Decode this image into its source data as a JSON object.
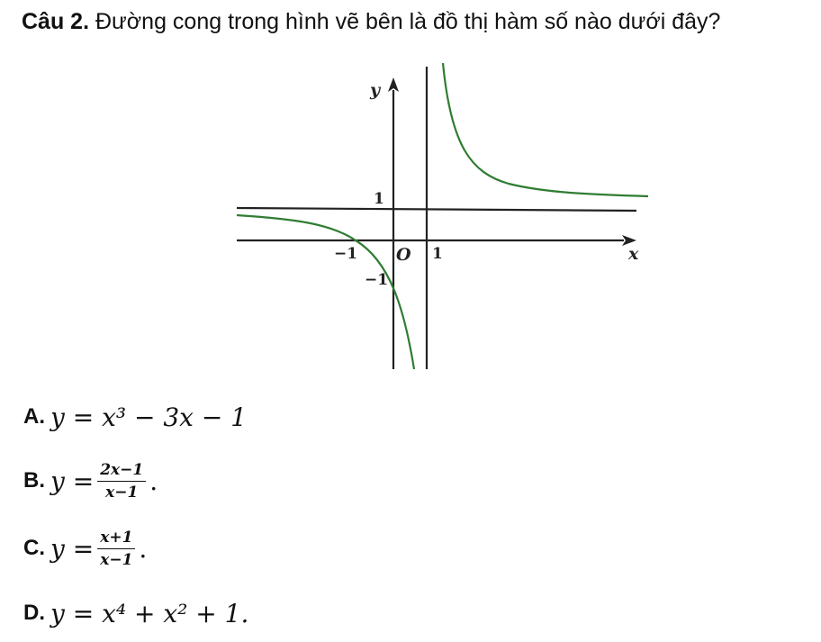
{
  "question": {
    "number": "Câu 2.",
    "text": "Đường cong trong hình vẽ bên là đồ thị hàm số nào dưới đây?"
  },
  "graph": {
    "y_label": "y",
    "x_label": "x",
    "origin_label": "O",
    "tick_x_neg": "−1",
    "tick_x_pos": "1",
    "tick_y_pos": "1",
    "tick_y_neg": "−1",
    "curve_color": "#2f7d32"
  },
  "options": {
    "a": {
      "label": "A.",
      "lhs": "y =",
      "expr": "x³ − 3x − 1"
    },
    "b": {
      "label": "B.",
      "lhs": "y =",
      "num": "2x−1",
      "den": "x−1",
      "tail": "."
    },
    "c": {
      "label": "C.",
      "lhs": "y =",
      "num": "x+1",
      "den": "x−1",
      "tail": "."
    },
    "d": {
      "label": "D.",
      "lhs": "y =",
      "expr": "x⁴ + x² + 1."
    }
  }
}
